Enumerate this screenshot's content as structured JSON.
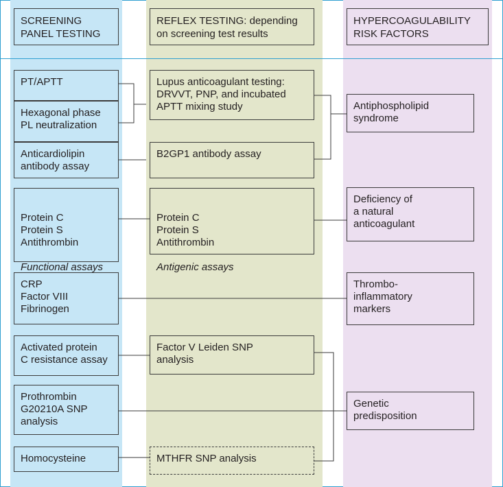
{
  "headers": {
    "screening": "SCREENING\nPANEL TESTING",
    "reflex": "REFLEX TESTING: depending\non screening test results",
    "risk": "HYPERCOAGULABILITY\nRISK FACTORS"
  },
  "screening": {
    "pt_aptt": "PT/APTT",
    "hexagonal": "Hexagonal phase\nPL neutralization",
    "anticardiolipin": "Anticardiolipin\nantibody assay",
    "proteins": "Protein C\nProtein S\nAntithrombin",
    "proteins_note": "Functional assays",
    "inflammatory": "CRP\nFactor VIII\nFibrinogen",
    "apc": "Activated protein\nC resistance assay",
    "prothrombin": "Prothrombin\nG20210A SNP\nanalysis",
    "homocysteine": "Homocysteine"
  },
  "reflex": {
    "lupus": "Lupus anticoagulant testing:\nDRVVT, PNP, and incubated\nAPTT mixing study",
    "b2gp1": "B2GP1 antibody assay",
    "proteins": "Protein C\nProtein S\nAntithrombin",
    "proteins_note": "Antigenic assays",
    "fvl": "Factor V Leiden SNP\nanalysis",
    "mthfr": "MTHFR SNP analysis"
  },
  "risk": {
    "aps": "Antiphospholipid\nsyndrome",
    "deficiency": "Deficiency of\na natural\nanticoagulant",
    "thrombo": "Thrombo-\ninflammatory\nmarkers",
    "genetic": "Genetic\npredisposition"
  },
  "colors": {
    "blue_column": "#c6e6f6",
    "green_column": "#e3e6cb",
    "purple_column": "#ecdff0",
    "frame": "#2e9fd1"
  }
}
